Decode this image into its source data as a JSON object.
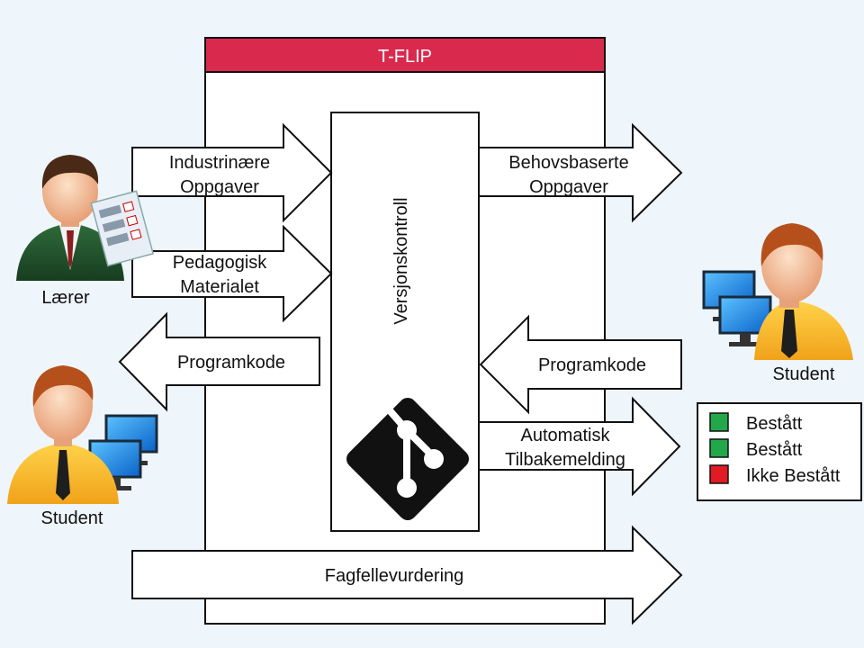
{
  "frame": {
    "title": "T-FLIP",
    "header_color": "#d92a4e"
  },
  "center": {
    "label": "Versjonskontroll"
  },
  "actors": {
    "teacher": "Lærer",
    "student_left": "Student",
    "student_right": "Student"
  },
  "arrows": {
    "industry_line1": "Industrinære",
    "industry_line2": "Oppgaver",
    "pedagogic_line1": "Pedagogisk",
    "pedagogic_line2": "Materialet",
    "code_left": "Programkode",
    "needs_line1": "Behovsbaserte",
    "needs_line2": "Oppgaver",
    "code_right": "Programkode",
    "feedback_line1": "Automatisk",
    "feedback_line2": "Tilbakemelding",
    "peer_review": "Fagfellevurdering"
  },
  "legend": {
    "items": [
      {
        "label": "Bestått",
        "color": "#22a84a"
      },
      {
        "label": "Bestått",
        "color": "#22a84a"
      },
      {
        "label": "Ikke Bestått",
        "color": "#e01b24"
      }
    ]
  },
  "icons": [
    "git-logo-icon",
    "teacher-icon",
    "student-icon",
    "computer-monitor-icon",
    "checklist-icon"
  ]
}
